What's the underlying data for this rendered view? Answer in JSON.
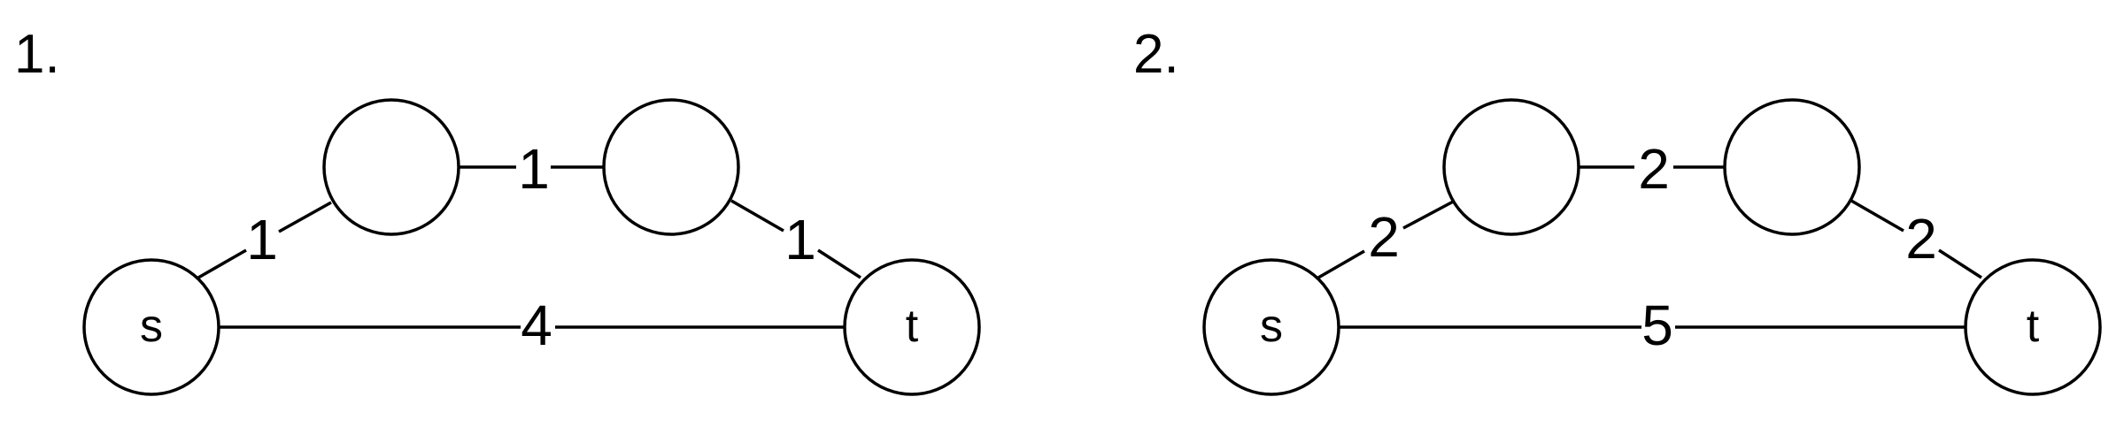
{
  "diagrams": [
    {
      "label": "1.",
      "node_labels": [
        "s",
        "",
        "",
        "t"
      ],
      "edge_labels": {
        "s_a": "1",
        "a_b": "1",
        "b_t": "1",
        "s_t": "4"
      }
    },
    {
      "label": "2.",
      "node_labels": [
        "s",
        "",
        "",
        "t"
      ],
      "edge_labels": {
        "s_a": "2",
        "a_b": "2",
        "b_t": "2",
        "s_t": "5"
      }
    }
  ]
}
